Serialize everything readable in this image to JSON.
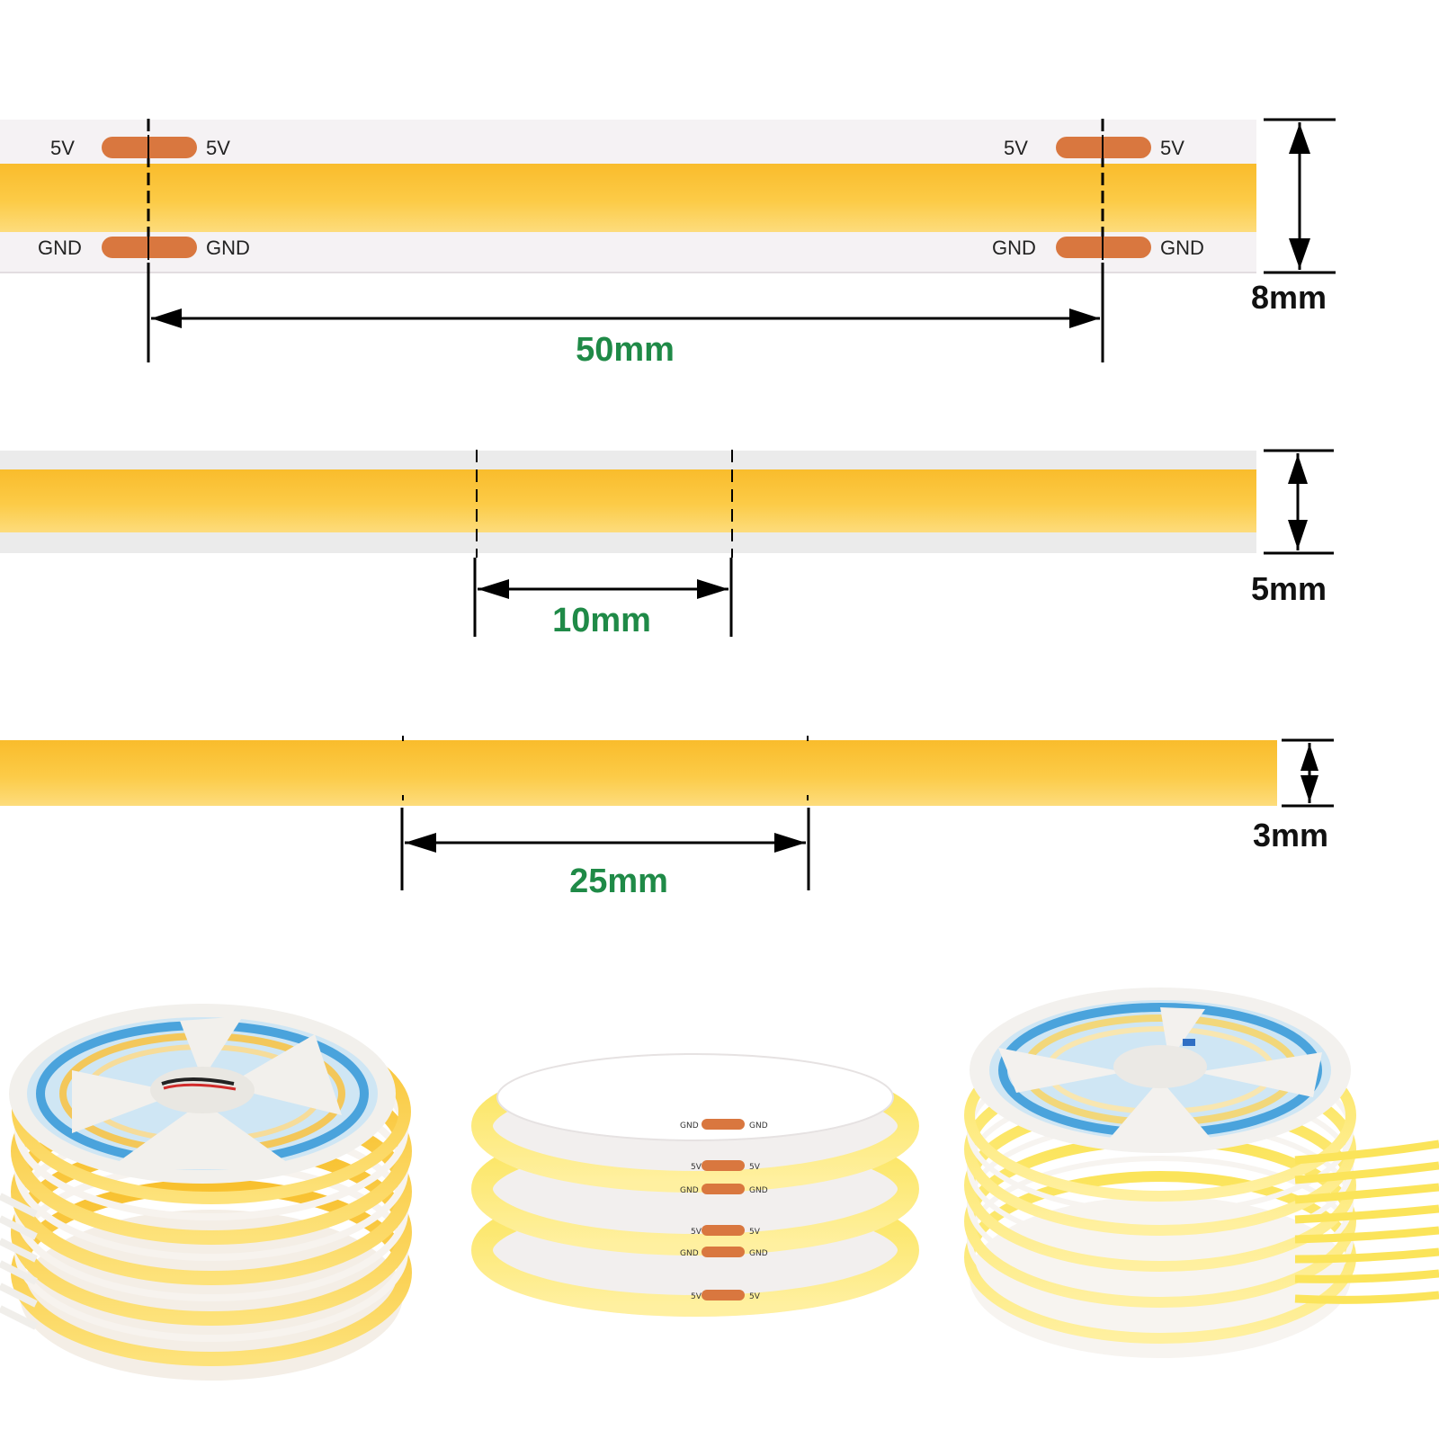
{
  "strip_8mm": {
    "pad_top_left_a": "5V",
    "pad_top_left_b": "5V",
    "pad_top_right_a": "5V",
    "pad_top_right_b": "5V",
    "pad_bottom_left_a": "GND",
    "pad_bottom_left_b": "GND",
    "pad_bottom_right_a": "GND",
    "pad_bottom_right_b": "GND",
    "cut_spacing": "50mm",
    "width": "8mm"
  },
  "strip_5mm": {
    "cut_spacing": "10mm",
    "width": "5mm"
  },
  "strip_3mm": {
    "cut_spacing": "25mm",
    "width": "3mm"
  },
  "reels": {
    "pad_gnd": "GND",
    "pad_5v": "5V"
  },
  "colors": {
    "led_yellow": "#fcc335",
    "led_yellow_light": "#fddc7c",
    "pcb_white": "#f5f2f4",
    "copper_pad": "#d9773f",
    "dimension_green": "#1f8a47",
    "reel_blue": "#4aa3dc"
  }
}
